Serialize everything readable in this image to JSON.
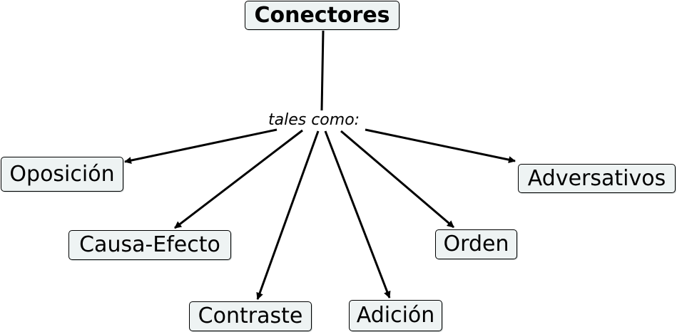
{
  "concept_map": {
    "root": "Conectores",
    "link_phrase": "tales como:",
    "concepts": {
      "oposicion": "Oposición",
      "causa_efecto": "Causa-Efecto",
      "contraste": "Contraste",
      "adicion": "Adición",
      "orden": "Orden",
      "adversativos": "Adversativos"
    }
  },
  "colors": {
    "node_fill": "#eef3f3",
    "node_border": "#000000",
    "line": "#000000"
  }
}
